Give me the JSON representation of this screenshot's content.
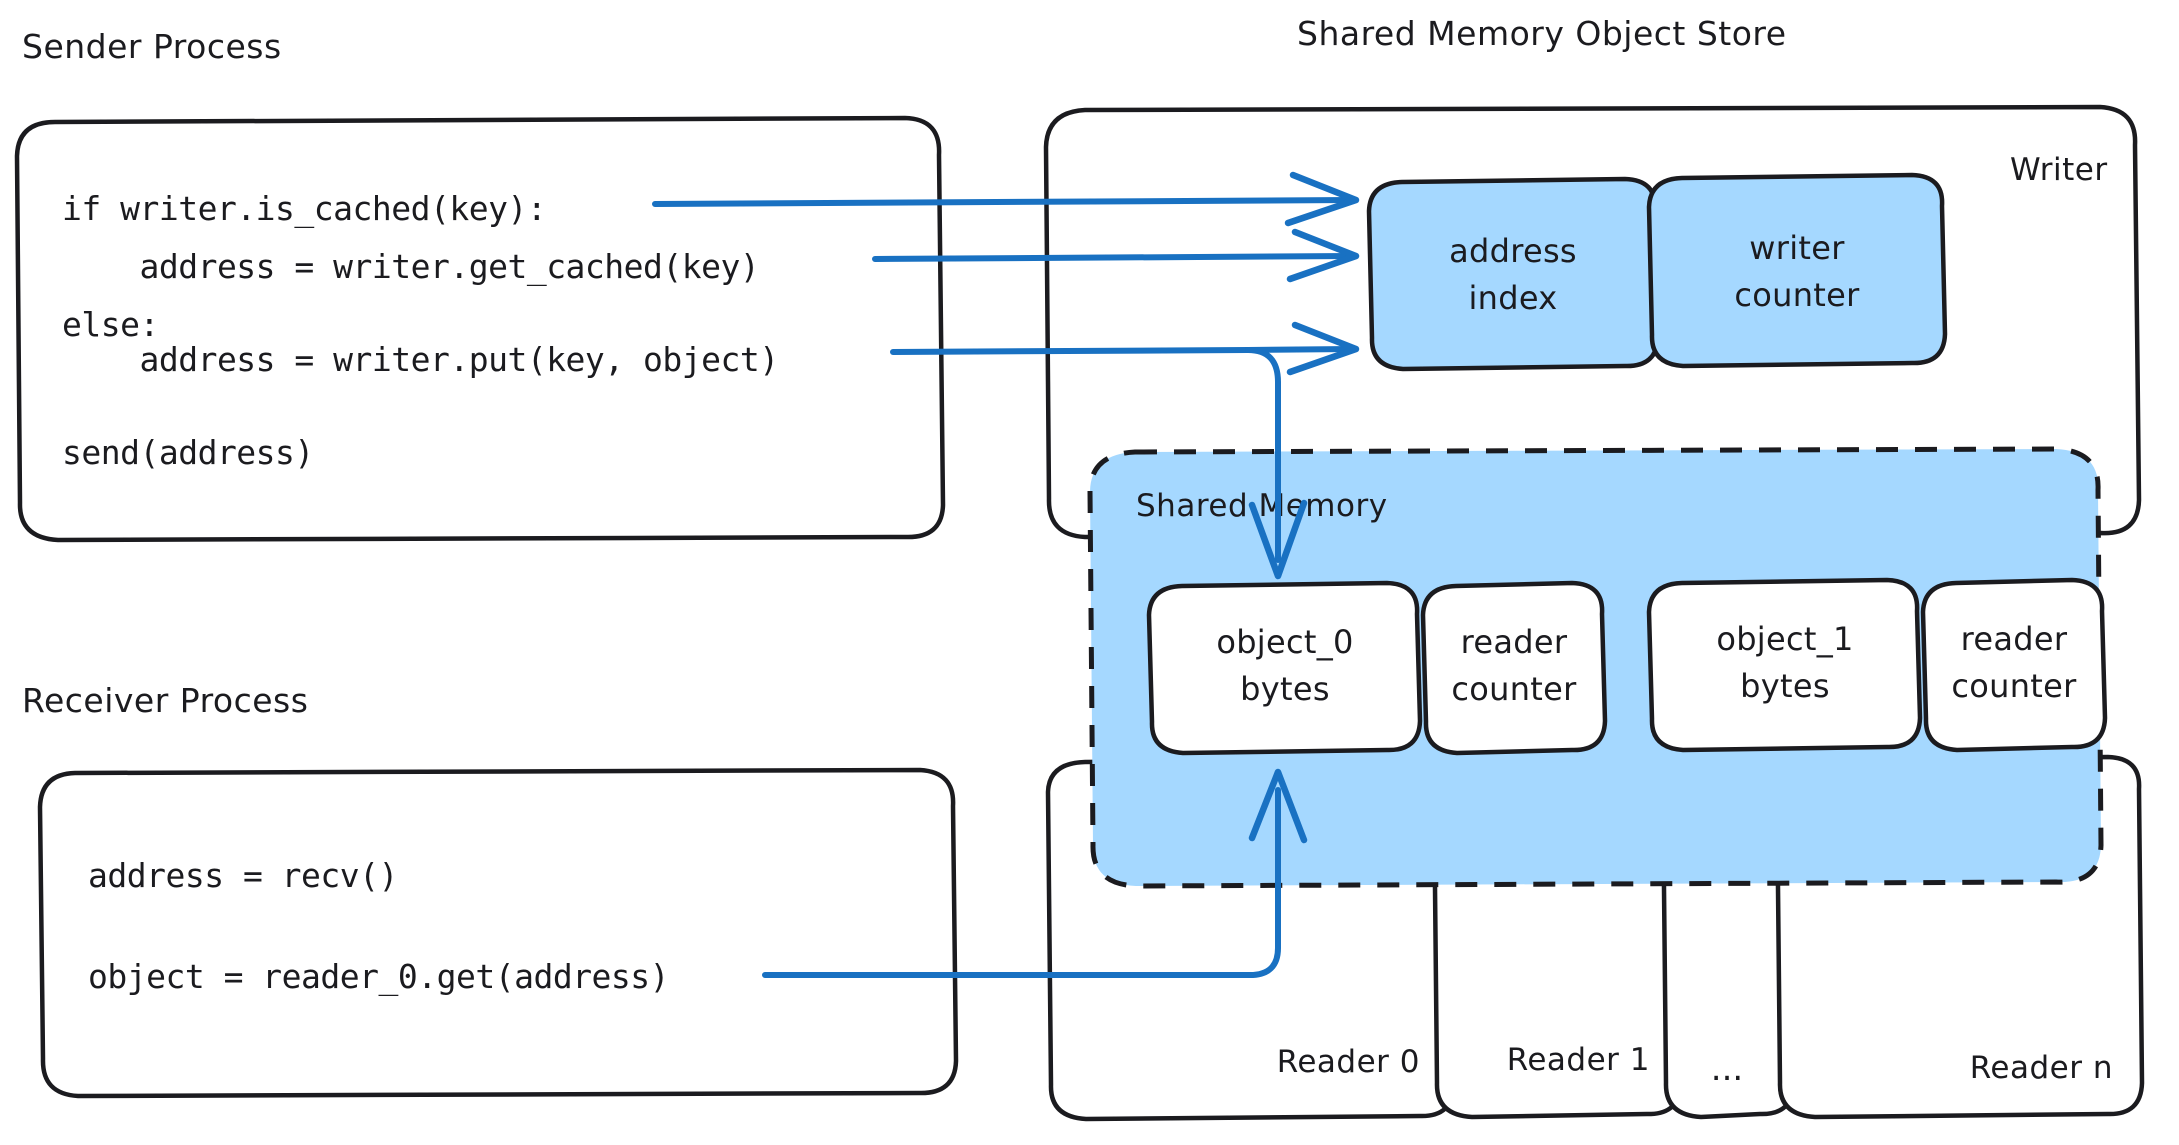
{
  "diagram": {
    "title_sender": "Sender Process",
    "title_receiver": "Receiver Process",
    "title_store": "Shared Memory Object Store",
    "label_writer": "Writer",
    "label_shared_memory": "Shared Memory",
    "accent_blue": "#1971c2",
    "fill_blue": "#a5d8ff",
    "stroke_black": "#1b1b1f"
  },
  "sender_code": {
    "line1": "if writer.is_cached(key):",
    "line2": "    address = writer.get_cached(key)",
    "line3": "else:",
    "line4": "    address = writer.put(key, object)",
    "line5": "",
    "line6": "send(address)"
  },
  "receiver_code": {
    "line1": "address = recv()",
    "line2": "object = reader_0.get(address)"
  },
  "writer_boxes": [
    {
      "line1": "address",
      "line2": "index"
    },
    {
      "line1": "writer",
      "line2": "counter"
    }
  ],
  "shared_memory_slots": [
    {
      "object_line1": "object_0",
      "object_line2": "bytes",
      "counter_line1": "reader",
      "counter_line2": "counter"
    },
    {
      "object_line1": "object_1",
      "object_line2": "bytes",
      "counter_line1": "reader",
      "counter_line2": "counter"
    }
  ],
  "readers": [
    {
      "label": "Reader 0"
    },
    {
      "label": "Reader 1"
    },
    {
      "label": "..."
    },
    {
      "label": "Reader n"
    }
  ]
}
